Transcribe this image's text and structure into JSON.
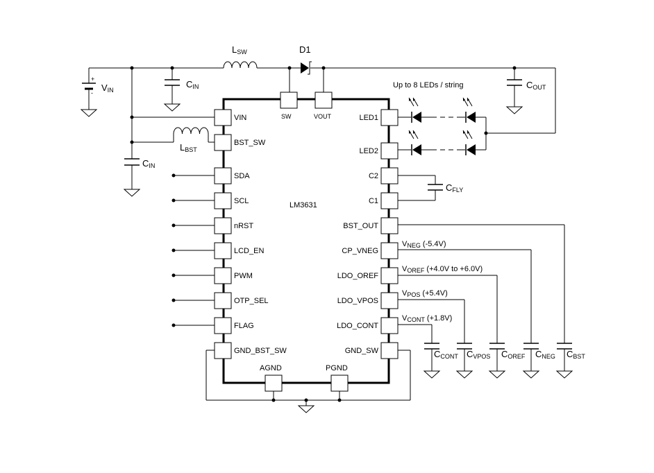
{
  "chip": {
    "name": "LM3631",
    "left_pins": [
      "VIN",
      "BST_SW",
      "SDA",
      "SCL",
      "nRST",
      "LCD_EN",
      "PWM",
      "OTP_SEL",
      "FLAG",
      "GND_BST_SW"
    ],
    "right_pins": [
      "LED1",
      "LED2",
      "C2",
      "C1",
      "BST_OUT",
      "CP_VNEG",
      "LDO_OREF",
      "LDO_VPOS",
      "LDO_CONT",
      "GND_SW"
    ],
    "top_pins": [
      "SW",
      "VOUT"
    ],
    "bottom_pins": [
      "AGND",
      "PGND"
    ]
  },
  "components": {
    "lsw": {
      "main": "L",
      "sub": "SW"
    },
    "d1": "D1",
    "vin_source": {
      "main": "V",
      "sub": "IN"
    },
    "cin_top": {
      "main": "C",
      "sub": "IN"
    },
    "cin_bottom": {
      "main": "C",
      "sub": "IN"
    },
    "lbst": {
      "main": "L",
      "sub": "BST"
    },
    "cout": {
      "main": "C",
      "sub": "OUT"
    },
    "cfly": {
      "main": "C",
      "sub": "FLY"
    },
    "ccont": {
      "main": "C",
      "sub": "CONT"
    },
    "cvpos": {
      "main": "C",
      "sub": "VPOS"
    },
    "coref": {
      "main": "C",
      "sub": "OREF"
    },
    "cneg": {
      "main": "C",
      "sub": "NEG"
    },
    "cbst": {
      "main": "C",
      "sub": "BST"
    }
  },
  "led_note": "Up to 8 LEDs / string",
  "battery_polarity": {
    "plus": "+",
    "minus": "-"
  },
  "rails": {
    "vneg": {
      "main": "V",
      "sub": "NEG",
      "value": " (-5.4V)"
    },
    "voref": {
      "main": "V",
      "sub": "OREF",
      "value": " (+4.0V to +6.0V)"
    },
    "vpos": {
      "main": "V",
      "sub": "POS",
      "value": " (+5.4V)"
    },
    "vcont": {
      "main": "V",
      "sub": "CONT",
      "value": " (+1.8V)"
    }
  }
}
